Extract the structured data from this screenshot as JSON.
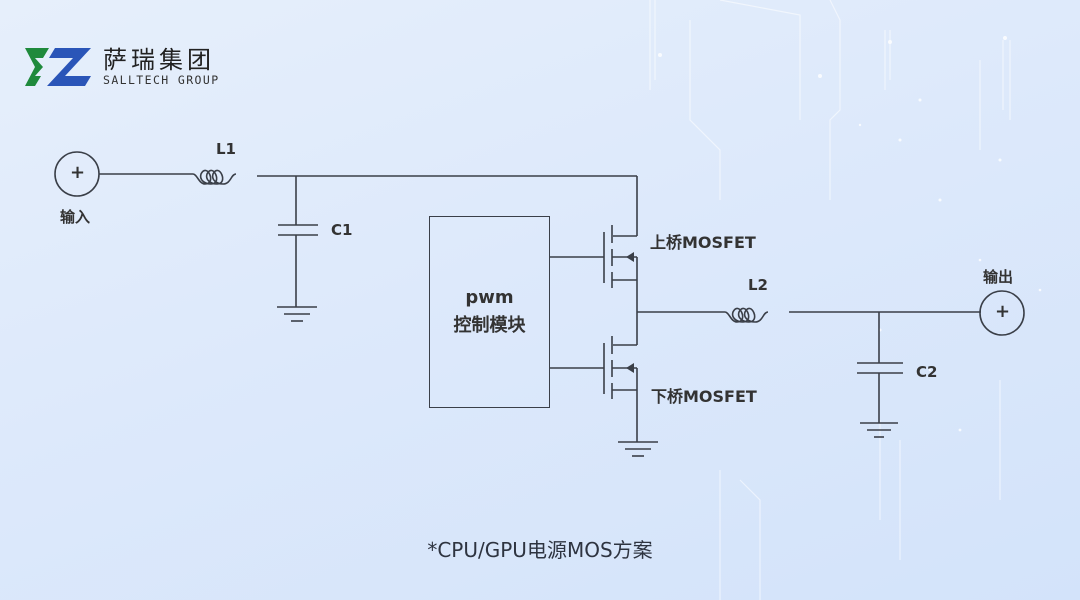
{
  "logo": {
    "name_cn": "萨瑞集团",
    "name_en": "SALLTECH GROUP",
    "colors": {
      "green": "#1f8a3c",
      "blue": "#2a55b8"
    }
  },
  "circuit": {
    "input_terminal": {
      "label": "输入",
      "symbol": "+"
    },
    "output_terminal": {
      "label": "输出",
      "symbol": "+"
    },
    "inductor_1": {
      "label": "L1"
    },
    "inductor_2": {
      "label": "L2"
    },
    "capacitor_1": {
      "label": "C1"
    },
    "capacitor_2": {
      "label": "C2"
    },
    "controller": {
      "line1": "pwm",
      "line2": "控制模块"
    },
    "high_side_mosfet": {
      "label": "上桥MOSFET"
    },
    "low_side_mosfet": {
      "label": "下桥MOSFET"
    },
    "wire_color": "#3a3f48"
  },
  "caption": "*CPU/GPU电源MOS方案"
}
